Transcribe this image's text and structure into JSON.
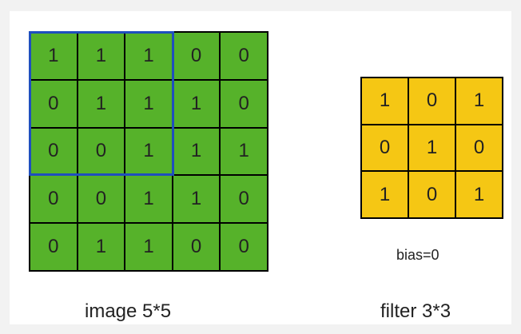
{
  "image_matrix": {
    "caption": "image 5*5",
    "rows": [
      [
        "1",
        "1",
        "1",
        "0",
        "0"
      ],
      [
        "0",
        "1",
        "1",
        "1",
        "0"
      ],
      [
        "0",
        "0",
        "1",
        "1",
        "1"
      ],
      [
        "0",
        "0",
        "1",
        "1",
        "0"
      ],
      [
        "0",
        "1",
        "1",
        "0",
        "0"
      ]
    ],
    "cell_color": "#56b22a",
    "highlight_color": "#1f4fbf"
  },
  "filter_matrix": {
    "caption": "filter 3*3",
    "rows": [
      [
        "1",
        "0",
        "1"
      ],
      [
        "0",
        "1",
        "0"
      ],
      [
        "1",
        "0",
        "1"
      ]
    ],
    "cell_color": "#f5c714",
    "bias_label": "bias=0"
  }
}
